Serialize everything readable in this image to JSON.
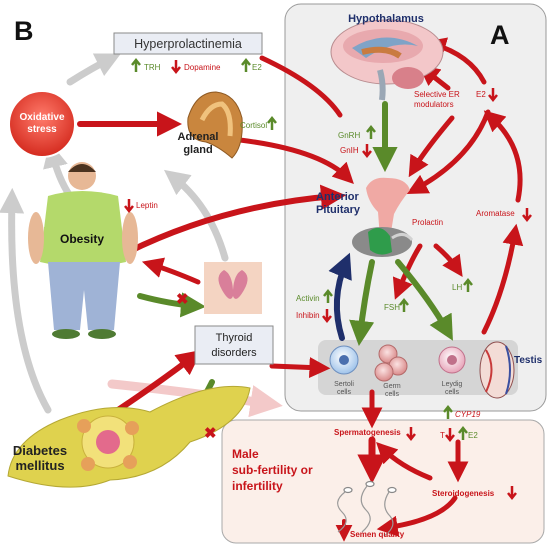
{
  "panels": {
    "a": "A",
    "b": "B"
  },
  "labels": {
    "hyperprolactinemia": "Hyperprolactinemia",
    "trh": "TRH",
    "dopamine": "Dopamine",
    "e2_top": "E2",
    "oxidative_stress_1": "Oxidative",
    "oxidative_stress_2": "stress",
    "adrenal_1": "Adrenal",
    "adrenal_2": "gland",
    "cortisol": "Cortisol",
    "hypothalamus": "Hypothalamus",
    "serm_1": "Selective ER",
    "serm_2": "modulators",
    "e2_right": "E2",
    "gnrh": "GnRH",
    "gnih": "GnIH",
    "anterior_1": "Anterior",
    "anterior_2": "Pituitary",
    "obesity": "Obesity",
    "leptin": "Leptin",
    "prolactin": "Prolactin",
    "aromatase": "Aromatase",
    "activin": "Activin",
    "inhibin": "Inhibin",
    "fsh": "FSH",
    "lh": "LH",
    "thyroid_1": "Thyroid",
    "thyroid_2": "disorders",
    "testis": "Testis",
    "sertoli_1": "Sertoli",
    "sertoli_2": "cells",
    "germ_1": "Germ",
    "germ_2": "cells",
    "leydig_1": "Leydig",
    "leydig_2": "cells",
    "cyp19": "CYP19",
    "spermatogenesis": "Spermatogenesis",
    "t": "T",
    "e2_bottom": "E2",
    "diabetes_1": "Diabetes",
    "diabetes_2": "mellitus",
    "male_1": "Male",
    "male_2": "sub-fertility or",
    "male_3": "infertility",
    "steroidogenesis": "Steroidogenesis",
    "semen_quality": "Semen quality"
  },
  "colors": {
    "red": "#c8141a",
    "green": "#5a8a2a",
    "navy": "#1f2f6b",
    "grey_arrow": "#c9c9c9",
    "panel_bg": "#efefef",
    "outcome_bg": "#fbefe9"
  }
}
